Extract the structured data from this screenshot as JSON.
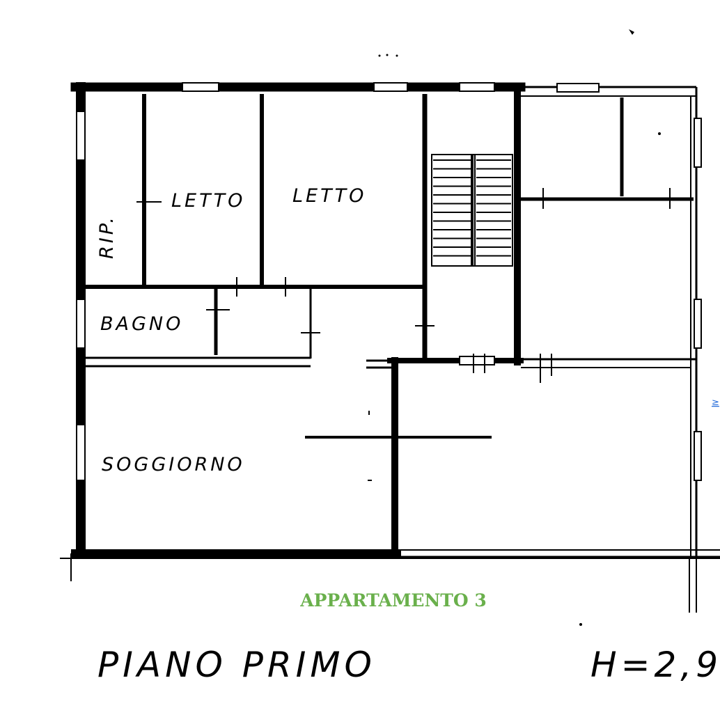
{
  "rooms": {
    "rip": "RIP.",
    "letto_1": "LETTO",
    "letto_2": "LETTO",
    "bagno": "BAGNO",
    "soggiorno": "SOGGIORNO"
  },
  "apartment_title": "APPARTAMENTO 3",
  "floor_label": "PIANO PRIMO",
  "height_label": "H=2,9",
  "edge_mark": "≥",
  "colors": {
    "ink": "#000000",
    "title_green": "#6ab04c",
    "link_blue": "#2a6fdb",
    "paper": "#ffffff"
  }
}
